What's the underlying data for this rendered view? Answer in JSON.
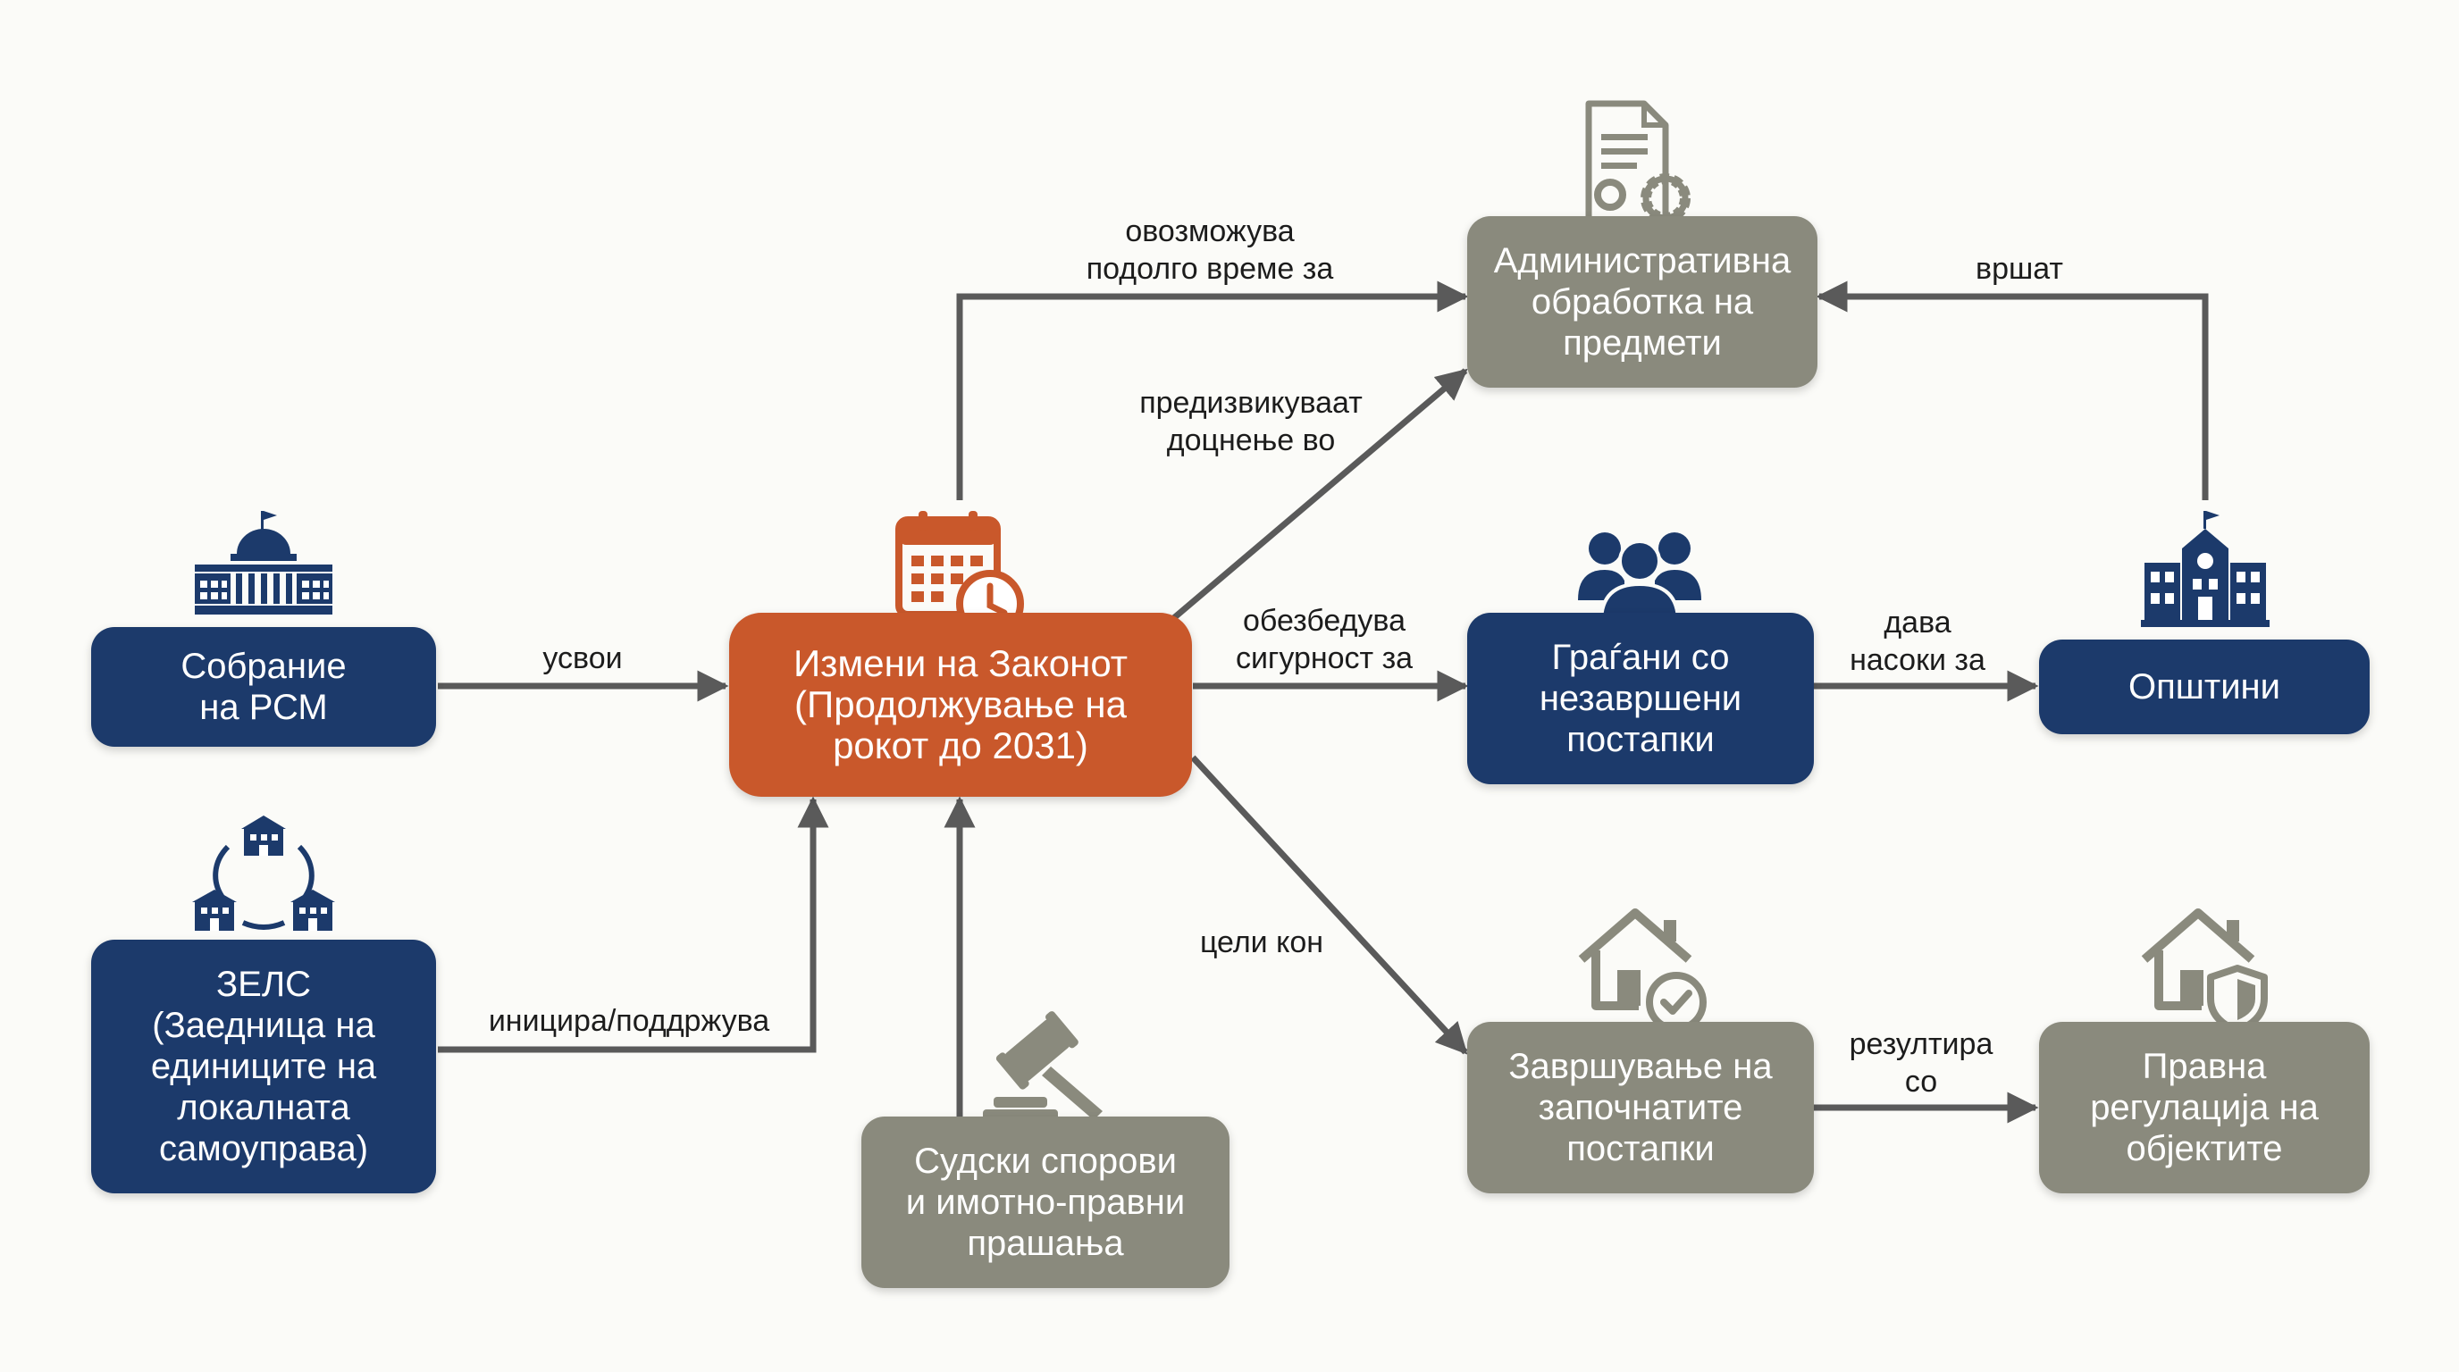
{
  "nodes": {
    "sobranie": "Собрание\nна РСМ",
    "zels": "ЗЕЛС\n(Заедница на\nединиците на\nлокалната\nсамоуправа)",
    "izmeni": "Измени на Законот\n(Продолжување на\nрокот до 2031)",
    "sudski": "Судски спорови\nи имотно-правни\nпрашања",
    "administrativna": "Административна\nобработка на\nпредмети",
    "gragjani": "Граѓани со\nнезавршени\nпостапки",
    "opstini": "Општини",
    "zavrsuvanje": "Завршување на\nзапочнатите\nпостапки",
    "pravna": "Правна\nрегулација на\nобјектите"
  },
  "edges": {
    "usvoi": "усвои",
    "inicira": "иницира/поддржува",
    "ovozmozuva": "овозможува\nподолго време за",
    "predizvikuvaat": "предизвикуваат\nдоцнење во",
    "obezbeduva": "обезбедува\nсигурност за",
    "celi_kon": "цели кон",
    "dava_nasoki": "дава\nнасоки за",
    "vrsat": "вршат",
    "rezultira": "резултира\nсо"
  },
  "icons": {
    "sobranie": "parliament-building-icon",
    "zels": "municipalities-network-icon",
    "izmeni": "calendar-clock-icon",
    "sudski": "gavel-icon",
    "administrativna": "document-gear-icon",
    "gragjani": "people-group-icon",
    "opstini": "municipal-building-icon",
    "zavrsuvanje": "house-check-icon",
    "pravna": "house-shield-icon"
  },
  "colors": {
    "navy": "#1c3a6b",
    "gray": "#8a8a7d",
    "orange": "#c9582b",
    "arrow": "#5a5a5a"
  }
}
